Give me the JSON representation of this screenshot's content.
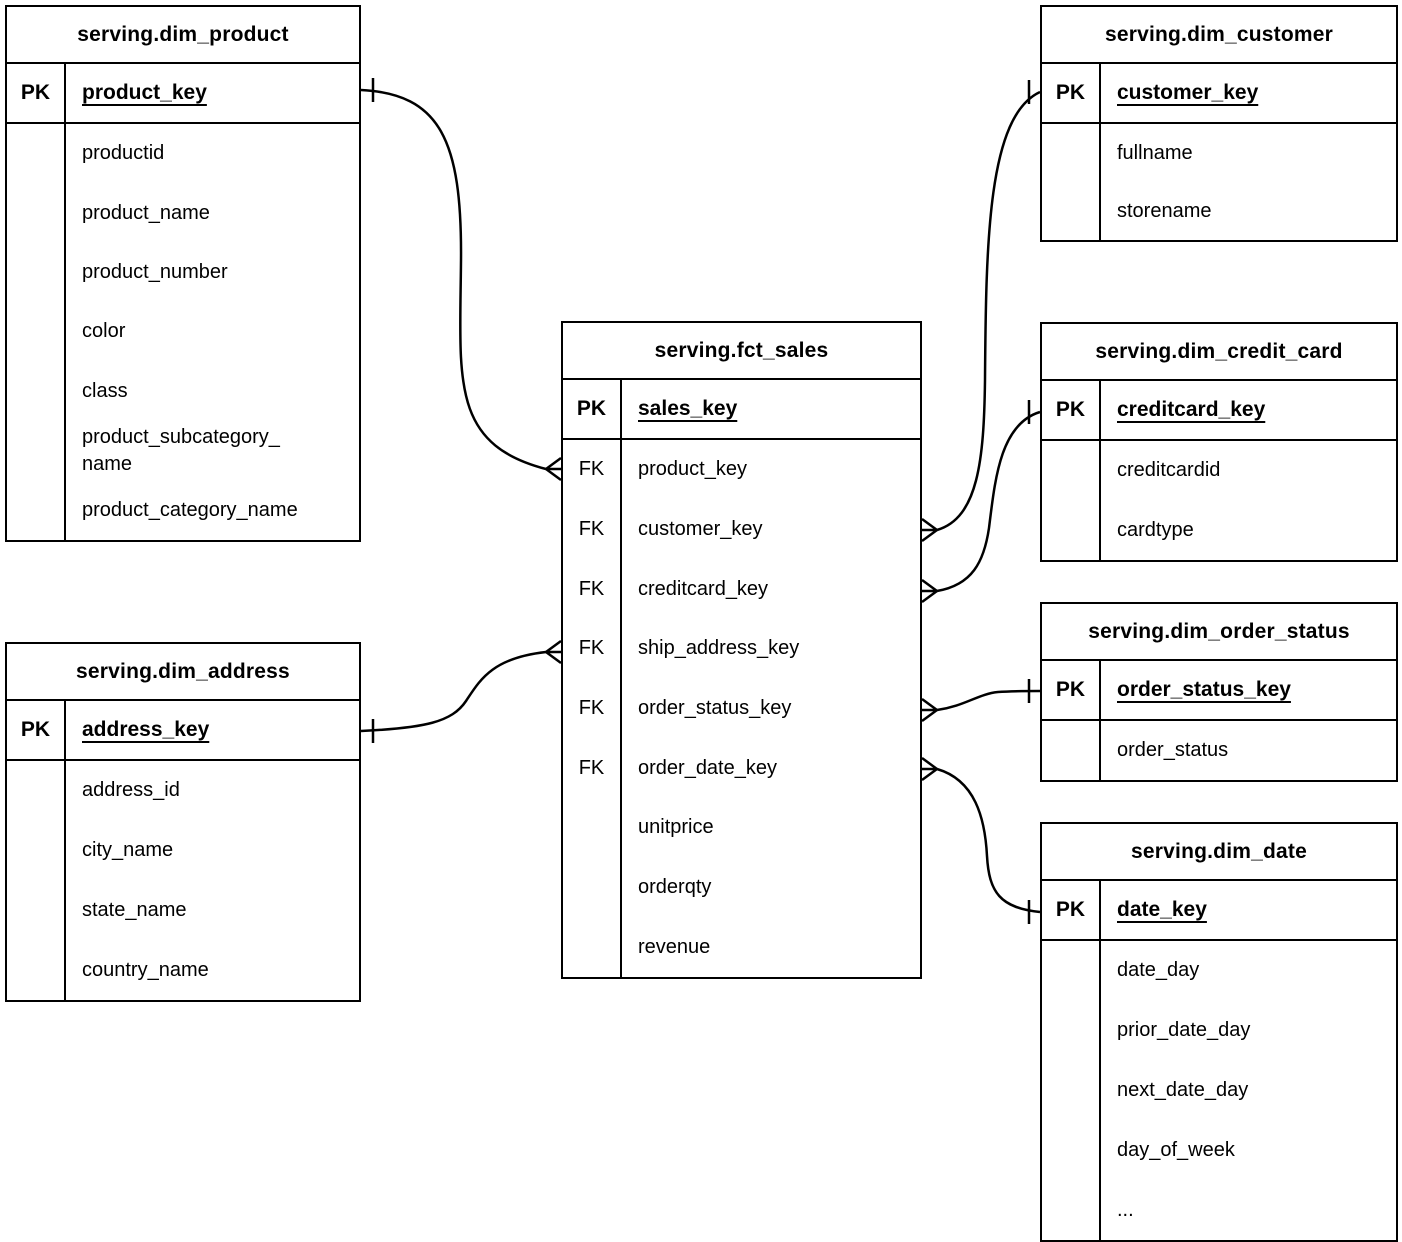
{
  "diagram": {
    "tables": [
      {
        "id": "dim_product",
        "title": "serving.dim_product",
        "pk_label": "PK",
        "pk_field": "product_key",
        "rows": [
          {
            "tag": "",
            "field": "productid"
          },
          {
            "tag": "",
            "field": "product_name"
          },
          {
            "tag": "",
            "field": "product_number"
          },
          {
            "tag": "",
            "field": "color"
          },
          {
            "tag": "",
            "field": "class"
          },
          {
            "tag": "",
            "field": "product_subcategory_\nname"
          },
          {
            "tag": "",
            "field": "product_category_name"
          }
        ]
      },
      {
        "id": "dim_customer",
        "title": "serving.dim_customer",
        "pk_label": "PK",
        "pk_field": "customer_key",
        "rows": [
          {
            "tag": "",
            "field": "fullname"
          },
          {
            "tag": "",
            "field": "storename"
          }
        ]
      },
      {
        "id": "fct_sales",
        "title": "serving.fct_sales",
        "pk_label": "PK",
        "pk_field": "sales_key",
        "rows": [
          {
            "tag": "FK",
            "field": "product_key"
          },
          {
            "tag": "FK",
            "field": "customer_key"
          },
          {
            "tag": "FK",
            "field": "creditcard_key"
          },
          {
            "tag": "FK",
            "field": "ship_address_key"
          },
          {
            "tag": "FK",
            "field": "order_status_key"
          },
          {
            "tag": "FK",
            "field": "order_date_key"
          },
          {
            "tag": "",
            "field": "unitprice"
          },
          {
            "tag": "",
            "field": "orderqty"
          },
          {
            "tag": "",
            "field": "revenue"
          }
        ]
      },
      {
        "id": "dim_credit_card",
        "title": "serving.dim_credit_card",
        "pk_label": "PK",
        "pk_field": "creditcard_key",
        "rows": [
          {
            "tag": "",
            "field": "creditcardid"
          },
          {
            "tag": "",
            "field": "cardtype"
          }
        ]
      },
      {
        "id": "dim_order_status",
        "title": "serving.dim_order_status",
        "pk_label": "PK",
        "pk_field": "order_status_key",
        "rows": [
          {
            "tag": "",
            "field": "order_status"
          }
        ]
      },
      {
        "id": "dim_date",
        "title": "serving.dim_date",
        "pk_label": "PK",
        "pk_field": "date_key",
        "rows": [
          {
            "tag": "",
            "field": "date_day"
          },
          {
            "tag": "",
            "field": "prior_date_day"
          },
          {
            "tag": "",
            "field": "next_date_day"
          },
          {
            "tag": "",
            "field": "day_of_week"
          },
          {
            "tag": "",
            "field": "..."
          }
        ]
      },
      {
        "id": "dim_address",
        "title": "serving.dim_address",
        "pk_label": "PK",
        "pk_field": "address_key",
        "rows": [
          {
            "tag": "",
            "field": "address_id"
          },
          {
            "tag": "",
            "field": "city_name"
          },
          {
            "tag": "",
            "field": "state_name"
          },
          {
            "tag": "",
            "field": "country_name"
          }
        ]
      }
    ],
    "relationships": [
      {
        "from": "serving.fct_sales.product_key",
        "to": "serving.dim_product.product_key",
        "from_cardinality": "many",
        "to_cardinality": "one"
      },
      {
        "from": "serving.fct_sales.customer_key",
        "to": "serving.dim_customer.customer_key",
        "from_cardinality": "many",
        "to_cardinality": "one"
      },
      {
        "from": "serving.fct_sales.creditcard_key",
        "to": "serving.dim_credit_card.creditcard_key",
        "from_cardinality": "many",
        "to_cardinality": "one"
      },
      {
        "from": "serving.fct_sales.ship_address_key",
        "to": "serving.dim_address.address_key",
        "from_cardinality": "many",
        "to_cardinality": "one"
      },
      {
        "from": "serving.fct_sales.order_status_key",
        "to": "serving.dim_order_status.order_status_key",
        "from_cardinality": "many",
        "to_cardinality": "one"
      },
      {
        "from": "serving.fct_sales.order_date_key",
        "to": "serving.dim_date.date_key",
        "from_cardinality": "many",
        "to_cardinality": "one"
      }
    ],
    "colors": {
      "line": "#000000",
      "background": "#ffffff",
      "text": "#000000"
    }
  }
}
